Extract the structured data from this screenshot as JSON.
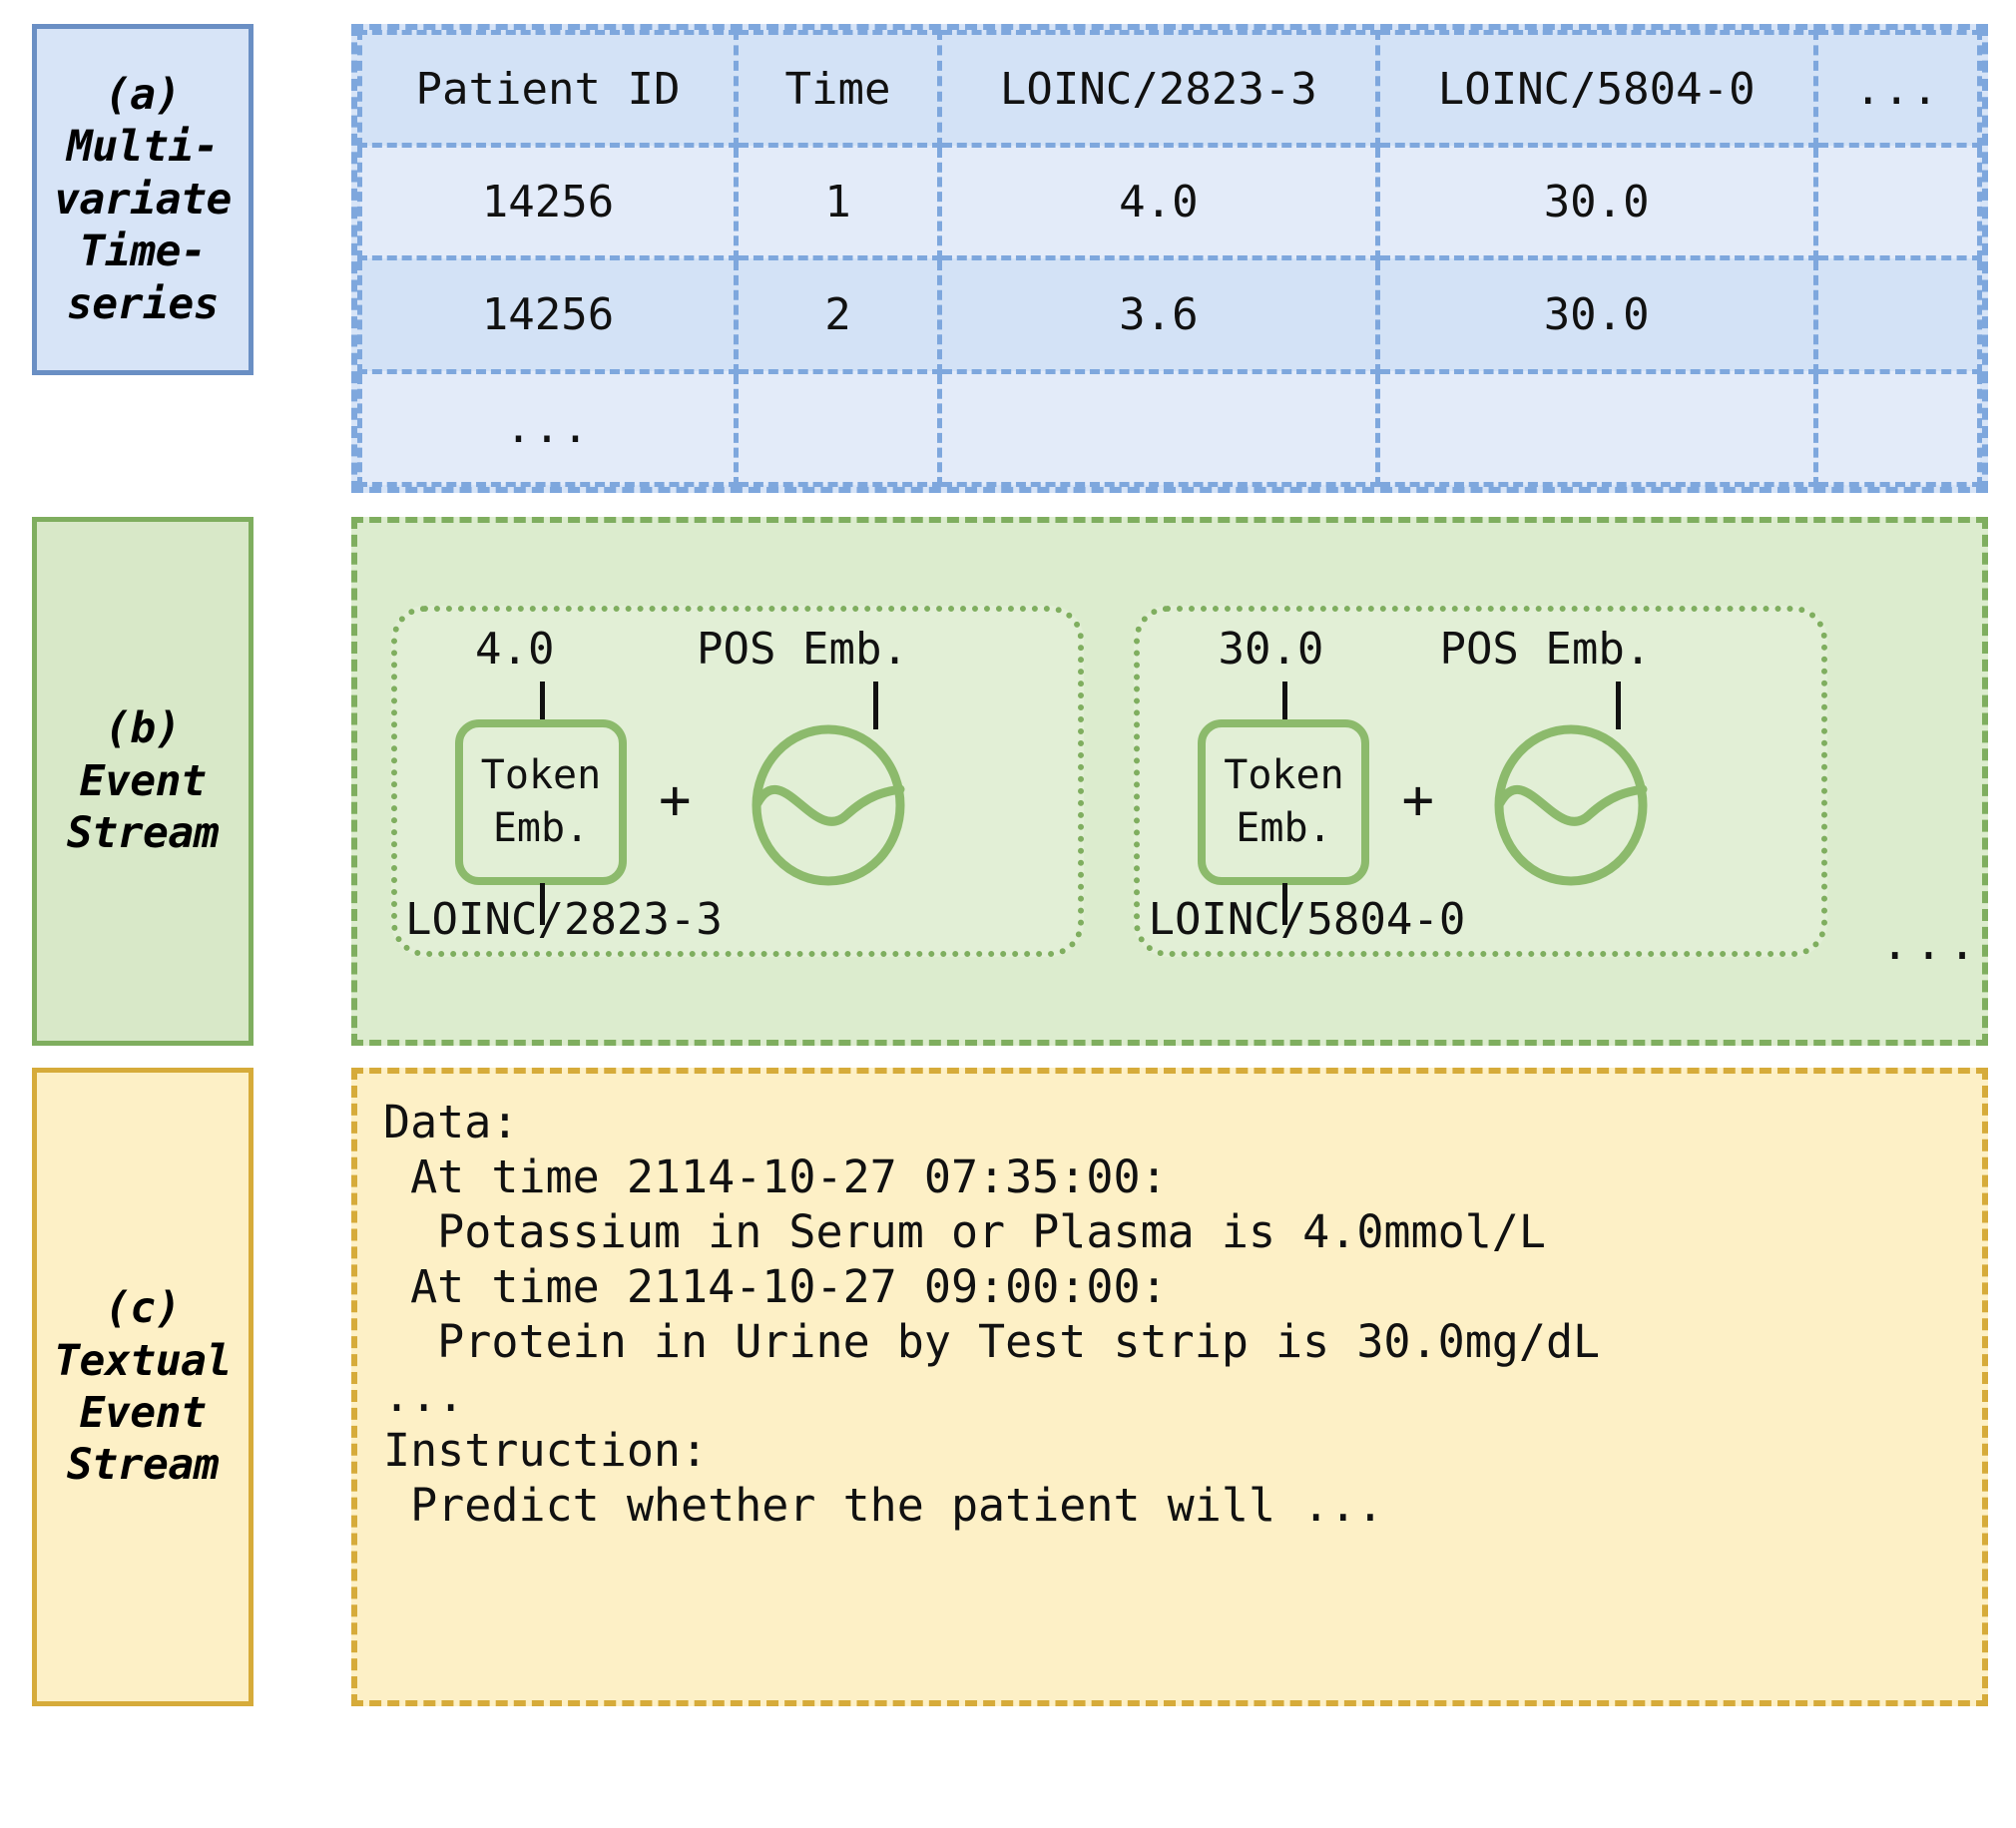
{
  "panels": {
    "a": {
      "label_lines": [
        "(a)",
        "Multi-",
        "variate",
        "Time-",
        "series"
      ],
      "accent": "#6a8fc4",
      "background": "#d7e4f7",
      "table": {
        "columns": [
          "Patient ID",
          "Time",
          "LOINC/2823-3",
          "LOINC/5804-0",
          "..."
        ],
        "rows": [
          [
            "14256",
            "1",
            "4.0",
            "30.0",
            ""
          ],
          [
            "14256",
            "2",
            "3.6",
            "30.0",
            ""
          ],
          [
            "...",
            "",
            "",
            "",
            ""
          ]
        ]
      }
    },
    "b": {
      "label_lines": [
        "(b)",
        "Event",
        "Stream"
      ],
      "accent": "#7fae5f",
      "background": "#dcecce",
      "tokens": [
        {
          "value": "4.0",
          "pos_label": "POS Emb.",
          "token_emb_line1": "Token",
          "token_emb_line2": "Emb.",
          "operator": "+",
          "code": "LOINC/2823-3"
        },
        {
          "value": "30.0",
          "pos_label": "POS Emb.",
          "token_emb_line1": "Token",
          "token_emb_line2": "Emb.",
          "operator": "+",
          "code": "LOINC/5804-0"
        }
      ],
      "ellipsis": "..."
    },
    "c": {
      "label_lines": [
        "(c)",
        "Textual",
        "Event",
        "Stream"
      ],
      "accent": "#d6ab3a",
      "background": "#fdf0c6",
      "lines": [
        "Data:",
        " At time 2114-10-27 07:35:00:",
        "  Potassium in Serum or Plasma is 4.0mmol/L",
        " At time 2114-10-27 09:00:00:",
        "  Protein in Urine by Test strip is 30.0mg/dL",
        "...",
        "Instruction:",
        " Predict whether the patient will ..."
      ]
    }
  }
}
